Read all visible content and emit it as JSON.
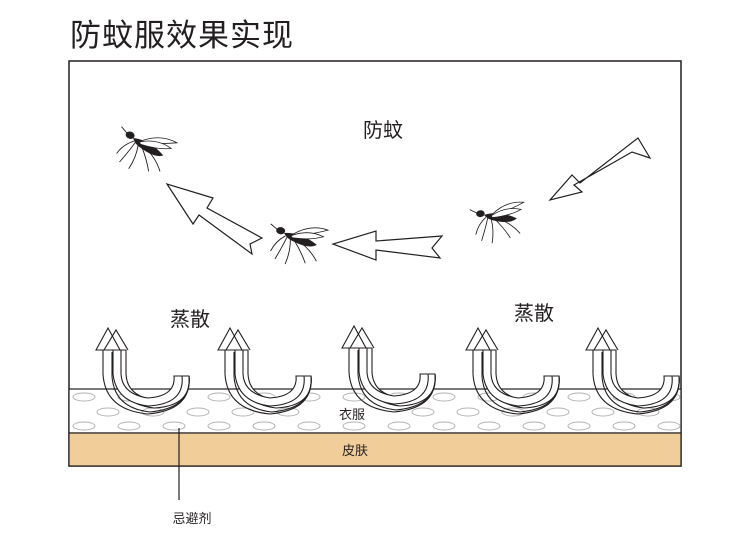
{
  "title": "防蚊服效果实现",
  "labels": {
    "repel": "防蚊",
    "evaporate_left": "蒸散",
    "evaporate_right": "蒸散",
    "clothing": "衣服",
    "skin": "皮肤",
    "repellent": "忌避剂"
  },
  "colors": {
    "line": "#231f20",
    "skin": "#f1cd9a",
    "fabric_dots": "#b3b3b3"
  },
  "icons": [
    "mosquito-icon",
    "arrow-icon",
    "curl-arrow-icon"
  ]
}
